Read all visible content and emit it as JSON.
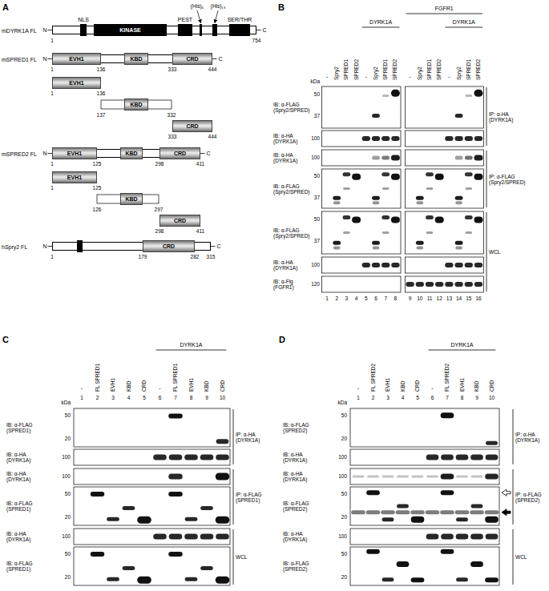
{
  "diagram": {
    "nodes": [
      {
        "text": [
          "mDYRK1A FL"
        ]
      },
      {
        "text": [
          "NLS"
        ],
        "in": 0
      },
      {
        "text": [
          "KINASE"
        ],
        "in": 0
      },
      {
        "text": [
          "PEST"
        ],
        "in": 0
      },
      {
        "text": [
          "SER/THR"
        ],
        "in": 0
      },
      {
        "text": [
          "mSPRED1 FL"
        ]
      },
      {
        "text": [
          "EVH1"
        ],
        "in": 5
      },
      {
        "text": [
          "KBD"
        ],
        "in": 5
      },
      {
        "text": [
          "CRD"
        ],
        "in": 5
      },
      {
        "text": [
          "EVH1"
        ]
      },
      {
        "text": [
          "KBD"
        ]
      },
      {
        "text": [
          "CRD"
        ]
      },
      {
        "text": [
          "mSPRED2 FL"
        ]
      },
      {
        "text": [
          "EVH1"
        ],
        "in": 12
      },
      {
        "text": [
          "KBD"
        ],
        "in": 12
      },
      {
        "text": [
          "CRD"
        ],
        "in": 12
      },
      {
        "text": [
          "EVH1"
        ]
      },
      {
        "text": [
          "KBD"
        ]
      },
      {
        "text": [
          "CRD"
        ]
      },
      {
        "text": [
          "hSpry2 FL"
        ]
      },
      {
        "text": [
          "CRD"
        ],
        "in": 19
      }
    ],
    "labels": [
      "A",
      "N",
      "C",
      "1",
      "754",
      "(His)₆",
      "(His)₁₃",
      "N",
      "C",
      "1",
      "136",
      "333",
      "444",
      "1",
      "136",
      "137",
      "332",
      "333",
      "444",
      "N",
      "C",
      "1",
      "125",
      "298",
      "411",
      "1",
      "125",
      "126",
      "297",
      "298",
      "411",
      "N",
      "C",
      "1",
      "179",
      "282",
      "315",
      "B",
      "DYRK1A",
      "FGFR1",
      "DYRK1A",
      "-",
      "Spry2",
      "SPRED1",
      "SPRED2",
      "-",
      "Spry2",
      "SPRED1",
      "SPRED2",
      "-",
      "Spry2",
      "SPRED1",
      "SPRED2",
      "-",
      "Spry2",
      "SPRED1",
      "SPRED2",
      "kDa",
      "IB: α-FLAG (Spry2/SPRED)",
      "50",
      "37",
      "IB: α-HA (DYRK1A)",
      "100",
      "IB: α-HA (DYRK1A)",
      "100",
      "IB: α-FLAG (Spry2/SPRED)",
      "50",
      "37",
      "IB: α-FLAG (Spry2/SPRED)",
      "50",
      "37",
      "IB: α-HA (DYRK1A)",
      "100",
      "IB: α-Flg (FGFR1)",
      "120",
      "IP: α-HA (DYRK1A)",
      "IP: α-FLAG (Spry2/SPRED)",
      "WCL",
      "1",
      "2",
      "3",
      "4",
      "5",
      "6",
      "7",
      "8",
      "9",
      "10",
      "11",
      "12",
      "13",
      "14",
      "15",
      "16",
      "C",
      "DYRK1A",
      "-",
      "FL SPRED1",
      "EVH1",
      "KBD",
      "CRD",
      "-",
      "FL SPRED1",
      "EVH1",
      "KBD",
      "CRD",
      "kDa",
      "1",
      "2",
      "3",
      "4",
      "5",
      "6",
      "7",
      "8",
      "9",
      "10",
      "IB: α-FLAG (SPRED1)",
      "50",
      "20",
      "IB: α-HA (DYRK1A)",
      "100",
      "IB: α-HA (DYRK1A)",
      "100",
      "IB: α-FLAG (SPRED1)",
      "50",
      "20",
      "IB: α-HA (DYRK1A)",
      "100",
      "IB: α-FLAG (SPRED1)",
      "50",
      "20",
      "IP: α-HA (DYRK1A)",
      "IP: α-FLAG (SPRED1)",
      "WCL",
      "D",
      "DYRK1A",
      "-",
      "FL SPRED2",
      "EVH1",
      "KBD",
      "CRD",
      "-",
      "FL SPRED2",
      "EVH1",
      "KBD",
      "CRD",
      "kDa",
      "1",
      "2",
      "3",
      "4",
      "5",
      "6",
      "7",
      "8",
      "9",
      "10",
      "IB: α-FLAG (SPRED2)",
      "50",
      "20",
      "IB: α-HA (DYRK1A)",
      "100",
      "IB: α-HA (DYRK1A)",
      "100",
      "IB: α-FLAG (SPRED2)",
      "50",
      "20",
      "IB: α-HA (DYRK1A)",
      "100",
      "IB: α-FLAG (SPRED2)",
      "50",
      "20",
      "IP: α-HA (DYRK1A)",
      "IP: α-FLAG (SPRED2)",
      "WCL"
    ]
  }
}
